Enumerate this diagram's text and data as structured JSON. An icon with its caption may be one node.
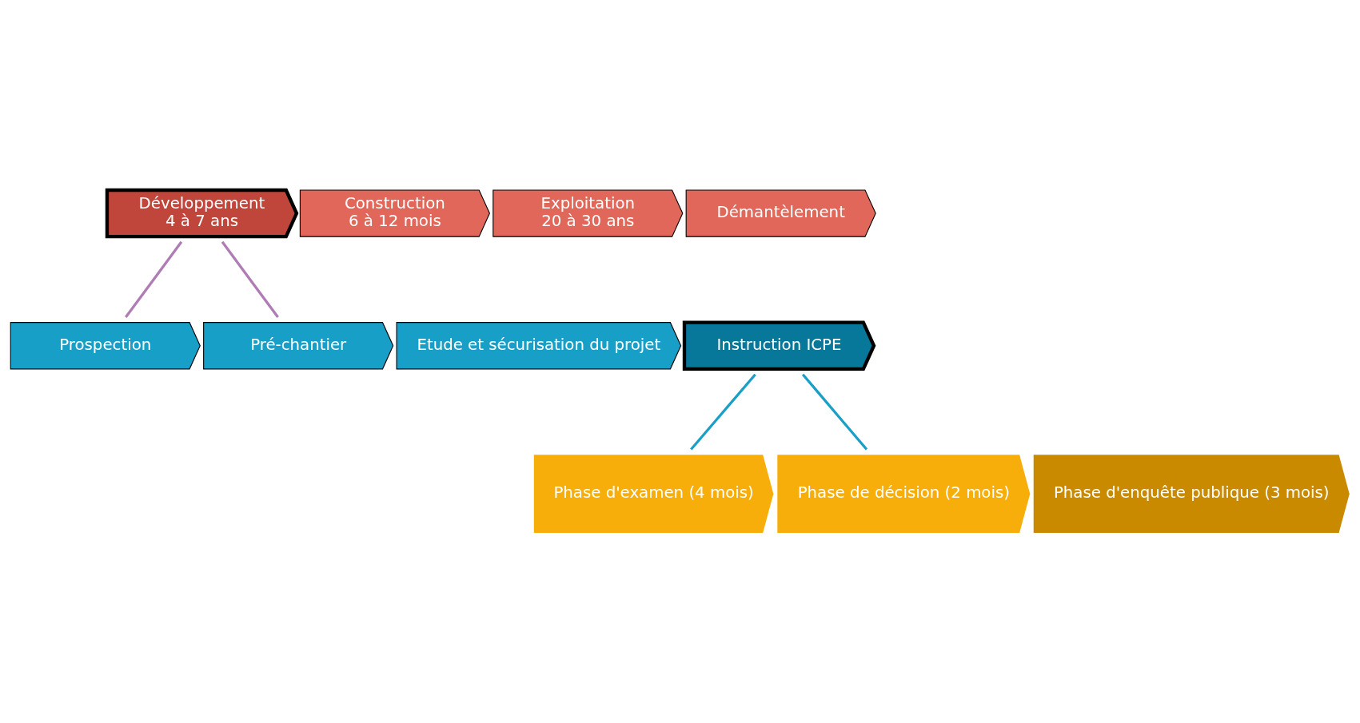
{
  "diagram": {
    "nodes": [
      {
        "text": [
          "Développement",
          "4 à 7 ans"
        ]
      },
      {
        "text": [
          "Construction",
          "6 à 12 mois"
        ]
      },
      {
        "text": [
          "Exploitation",
          "20 à 30 ans"
        ]
      },
      {
        "text": [
          "Démantèlement"
        ]
      },
      {
        "text": [
          "Prospection"
        ]
      },
      {
        "text": [
          "Etude et sécurisation du projet"
        ]
      },
      {
        "text": [
          "Instruction ICPE"
        ]
      },
      {
        "text": [
          "Pré-chantier"
        ]
      },
      {
        "text": [
          "Phase d'examen (4 mois)"
        ]
      },
      {
        "text": [
          "Phase d'enquête publique (3 mois)"
        ]
      },
      {
        "text": [
          "Phase de décision (2 mois)"
        ]
      }
    ],
    "edges": [
      {
        "from": 0,
        "to": 4,
        "arrow": "none",
        "color": "#b07cb6"
      },
      {
        "from": 0,
        "to": 7,
        "arrow": "none",
        "color": "#b07cb6"
      },
      {
        "from": 6,
        "to": 8,
        "arrow": "none",
        "color": "#1a9fc8"
      },
      {
        "from": 6,
        "to": 10,
        "arrow": "none",
        "color": "#1a9fc8"
      }
    ]
  }
}
